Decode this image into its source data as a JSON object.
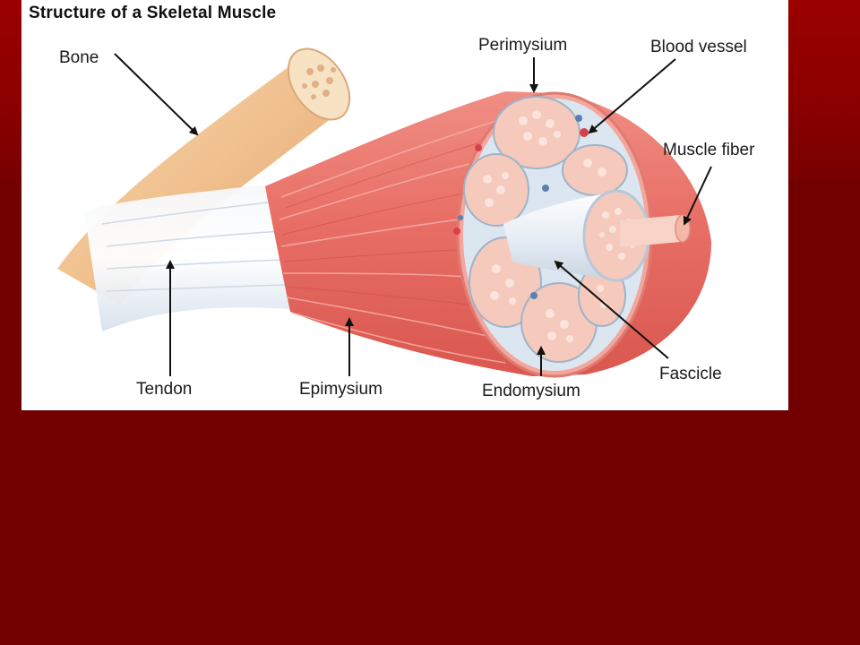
{
  "figure": {
    "title": "Structure of a Skeletal Muscle",
    "labels": {
      "bone": "Bone",
      "perimysium": "Perimysium",
      "blood_vessel": "Blood vessel",
      "muscle_fiber": "Muscle fiber",
      "tendon": "Tendon",
      "epimysium": "Epimysium",
      "endomysium": "Endomysium",
      "fascicle": "Fascicle"
    }
  },
  "colors": {
    "slide_background": "#720000",
    "muscle": "#e8736b",
    "bone": "#f2c89c",
    "tendon": "#eef3f8",
    "fascicle_interior": "#f6c9bd"
  }
}
